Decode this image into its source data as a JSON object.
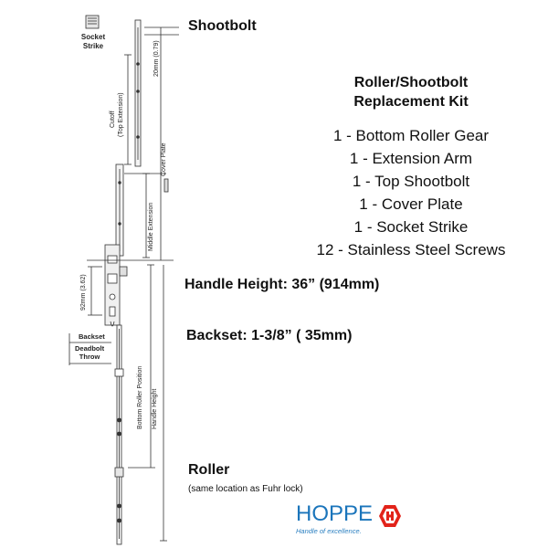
{
  "socket_strike_label_1": "Socket",
  "socket_strike_label_2": "Strike",
  "headings": {
    "shootbolt": "Shootbolt",
    "handle_height": "Handle Height: 36” (914mm)",
    "backset": "Backset: 1-3/8” ( 35mm)",
    "roller": "Roller"
  },
  "roller_note": "(same location as Fuhr lock)",
  "kit": {
    "title_line1": "Roller/Shootbolt",
    "title_line2": "Replacement Kit",
    "items": [
      "1 - Bottom Roller Gear",
      "1 - Extension Arm",
      "1 - Top Shootbolt",
      "1 - Cover Plate",
      "1 - Socket Strike",
      "12 - Stainless Steel Screws"
    ]
  },
  "dimension_labels": {
    "mm20": "20mm (0.79)",
    "cutoff": "Cutoff",
    "top_extension": "(Top Extension)",
    "cover_plate": "Cover Plate",
    "middle_extension": "Middle Extension",
    "mm92": "92mm (3.62)",
    "bottom_roller_position": "Bottom Roller Position",
    "handle_height": "Handle Height",
    "backset": "Backset",
    "deadbolt": "Deadbolt",
    "throw": "Throw"
  },
  "logo": {
    "word": "HOPPE",
    "tagline": "Handle of excellence.",
    "brand_color": "#1b75bb",
    "mark_color": "#e2231a"
  }
}
